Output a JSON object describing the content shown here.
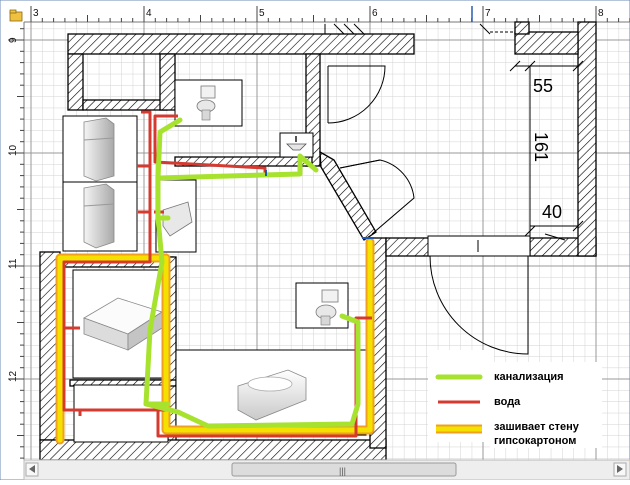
{
  "ruler": {
    "top_labels": [
      "3",
      "4",
      "5",
      "6",
      "7",
      "8"
    ],
    "left_labels": [
      "9",
      "10",
      "11",
      "12"
    ]
  },
  "dimensions": {
    "width_top": "55",
    "height_side": "161",
    "width_bottom": "40"
  },
  "legend": {
    "sewer": "канализация",
    "water": "вода",
    "drywall_line1": "зашивает стену",
    "drywall_line2": "гипсокартоном"
  },
  "scrollbar": {
    "grip": "|||"
  },
  "colors": {
    "sewer": "#a6e22e",
    "water": "#d43a2f",
    "drywall": "#f5e100",
    "drywall_edge": "#f0a020",
    "grid_major": "#9a9a9a",
    "grid_minor": "#cfcfcf",
    "wall": "#000000"
  },
  "icons": [
    "folder-icon",
    "toilet-icon",
    "sink-icon",
    "fridge-icon",
    "shower-tray-icon",
    "bathtub-icon"
  ]
}
